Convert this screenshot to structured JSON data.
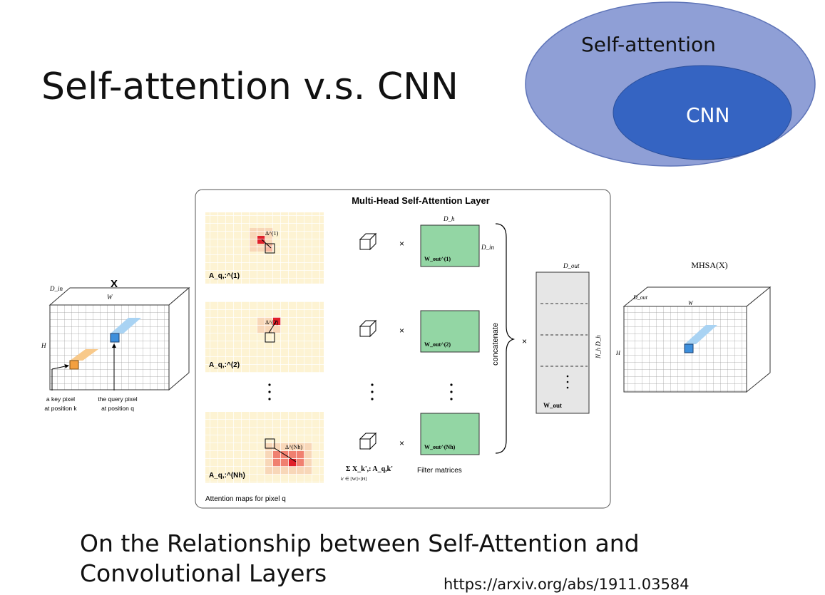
{
  "slide": {
    "title": "Self-attention v.s. CNN",
    "caption_line1": "On the Relationship between Self-Attention and",
    "caption_line2": "Convolutional Layers",
    "url": "https://arxiv.org/abs/1911.03584"
  },
  "venn": {
    "outer_label": "Self-attention",
    "inner_label": "CNN",
    "outer_color": "#8f9fd6",
    "inner_color": "#3564c2"
  },
  "figure": {
    "panel_title": "Multi-Head Self-Attention Layer",
    "input_label": "X",
    "input_d_in": "D_in",
    "input_w": "W",
    "input_h": "H",
    "key_pixel_label_1": "a key pixel",
    "key_pixel_label_2": "at position k",
    "query_pixel_label_1": "the query pixel",
    "query_pixel_label_2": "at position q",
    "attention_map_labels": [
      "A_q,:^(1)",
      "A_q,:^(2)",
      "A_q,:^(Nh)"
    ],
    "delta_labels": [
      "Δ^(1)",
      "Δ^(2)",
      "Δ^(Nh)"
    ],
    "weight_labels": [
      "W_out^(1)",
      "W_out^(2)",
      "W_out^(Nh)"
    ],
    "dh_label": "D_h",
    "din_label": "D_in",
    "times": "×",
    "concatenate": "concatenate",
    "dout_label": "D_out",
    "nh_dh_label": "N_h D_h",
    "w_out_label": "W_out",
    "sum_formula": "Σ X_k',: A_q,k'",
    "sum_subscript": "k' ∈ [W]×[H]",
    "filter_matrices": "Filter matrices",
    "attention_maps_caption": "Attention maps for pixel q",
    "output_label": "MHSA(X)",
    "output_d_out": "D_out",
    "output_w": "W",
    "output_h": "H",
    "colors": {
      "map_bg": "#fdf3d3",
      "attn_strong": "#e0202a",
      "attn_mid": "#f08070",
      "attn_light": "#f8c0a8",
      "weight_fill": "#93d6a4",
      "query_blue": "#3d8fdc",
      "key_orange": "#f3a040"
    }
  }
}
